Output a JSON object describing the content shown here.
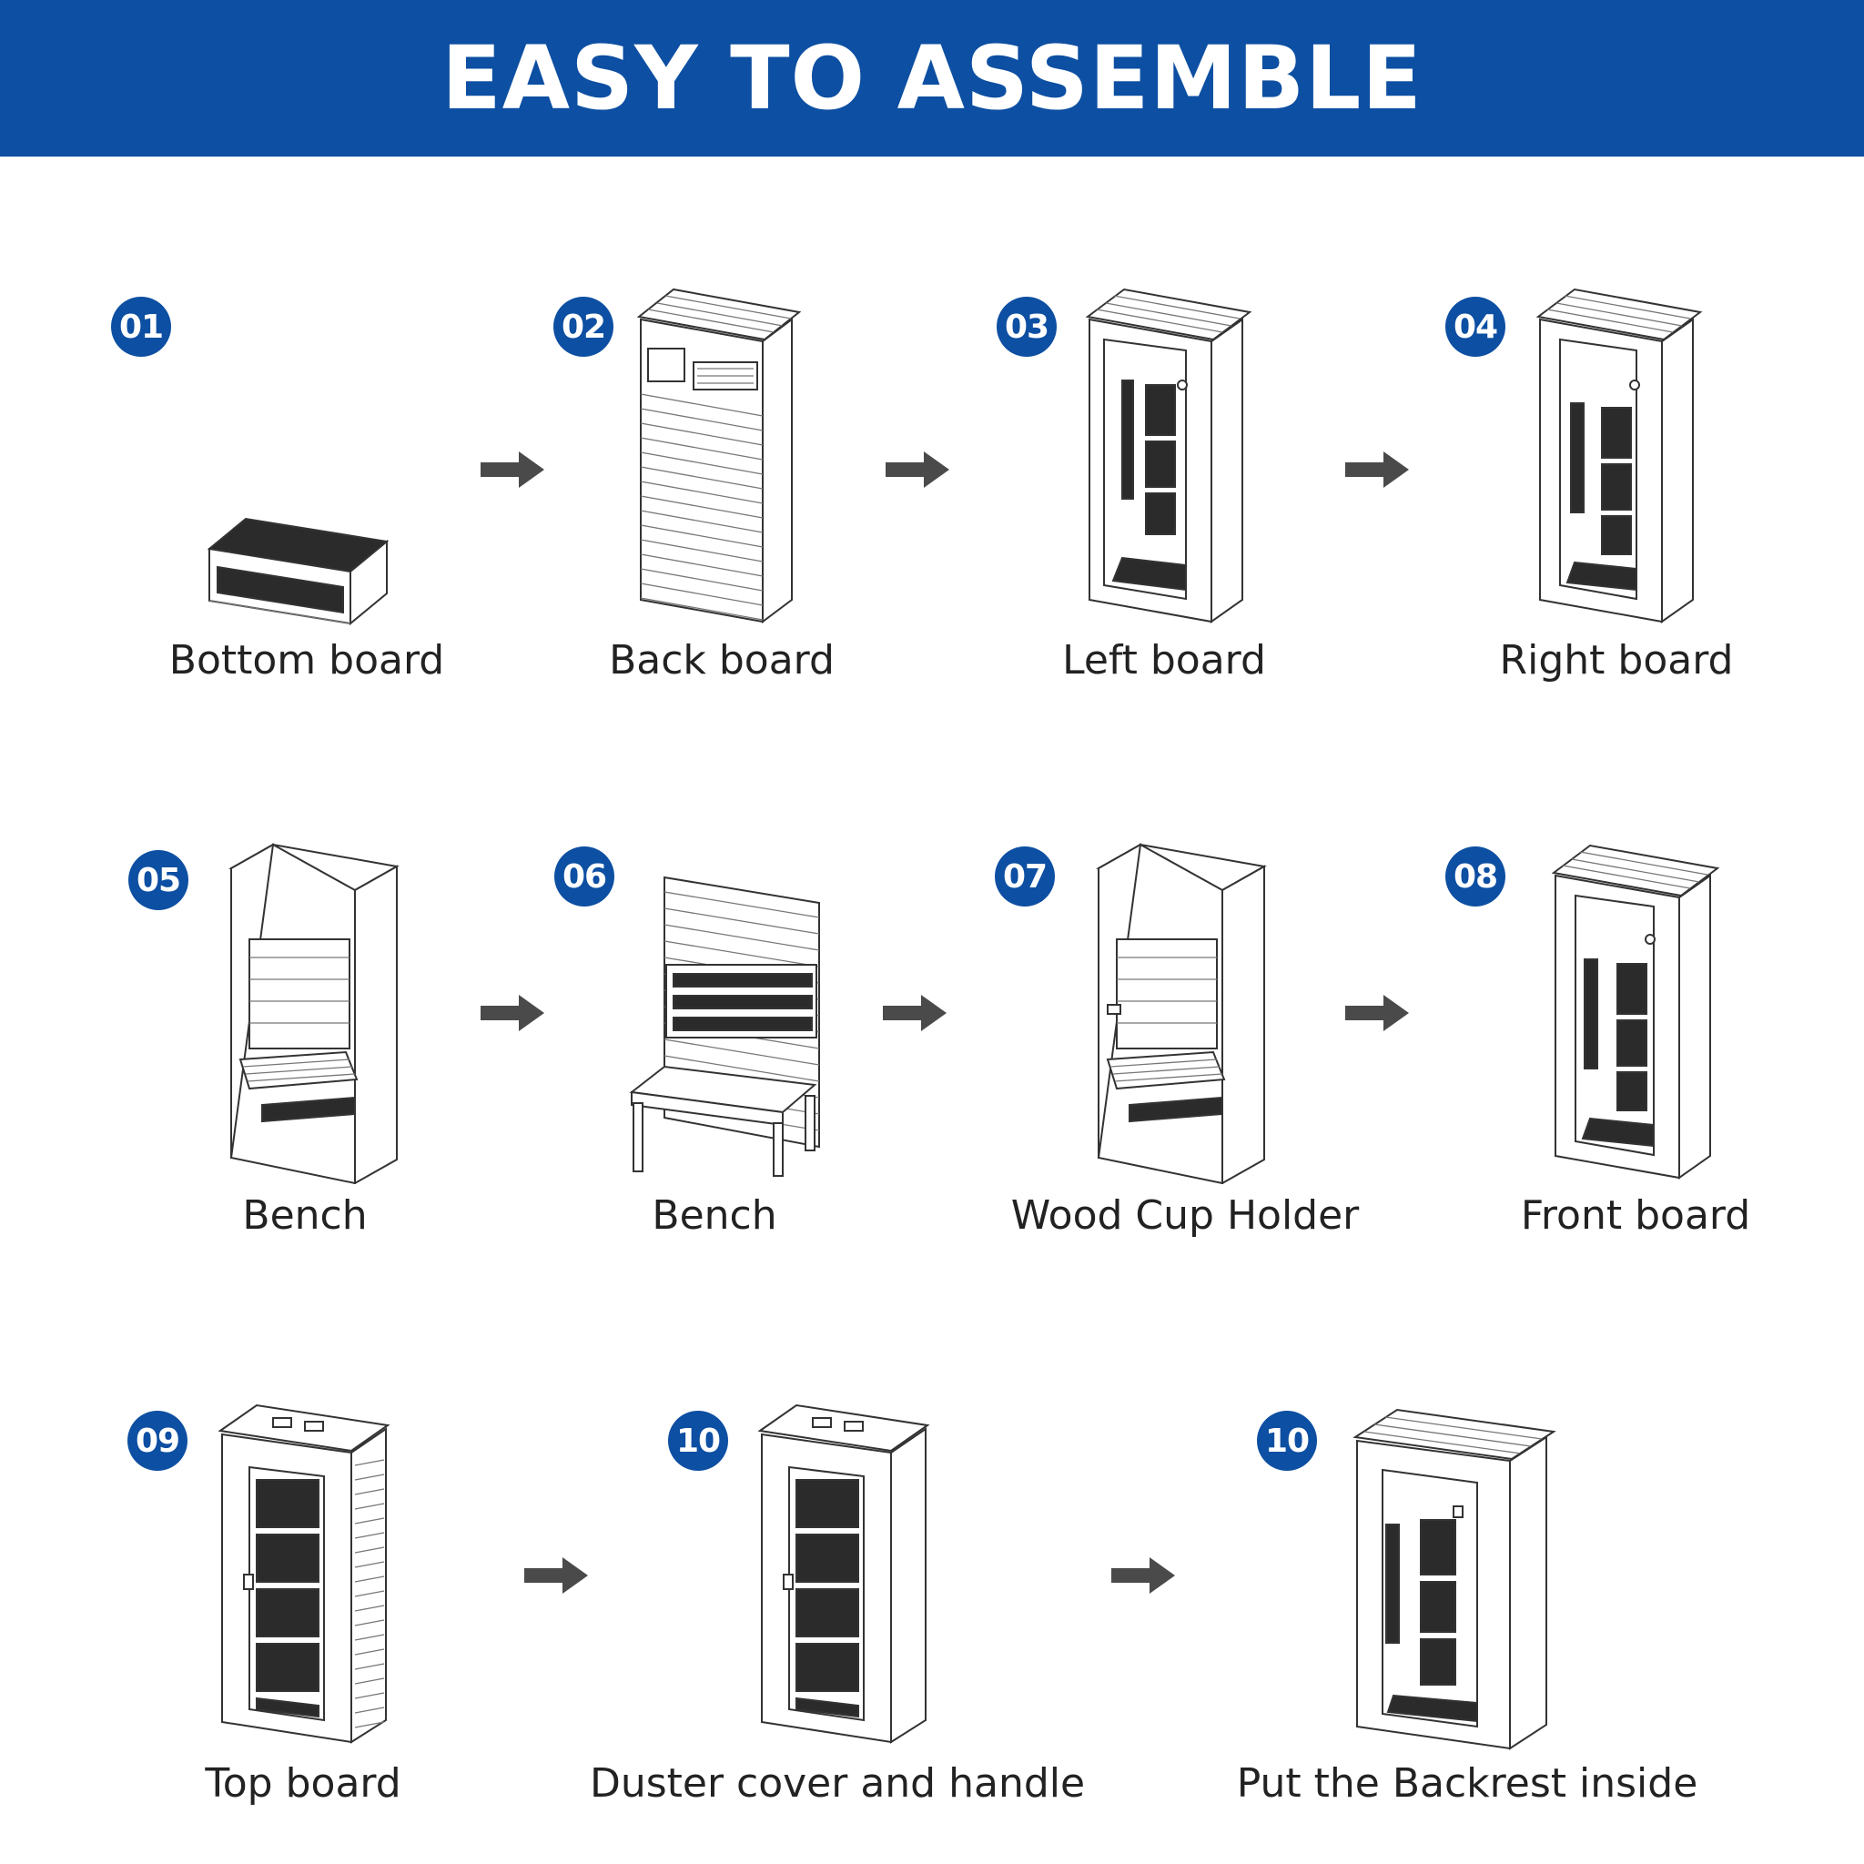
{
  "title": "EASY TO ASSEMBLE",
  "colors": {
    "header_bg": "#0d4fa2",
    "badge_bg": "#0d4fa2",
    "arrow": "#4a4a4a",
    "text": "#222222"
  },
  "steps": [
    {
      "number": "01",
      "label": "Bottom board"
    },
    {
      "number": "02",
      "label": "Back board"
    },
    {
      "number": "03",
      "label": "Left board"
    },
    {
      "number": "04",
      "label": "Right board"
    },
    {
      "number": "05",
      "label": "Bench"
    },
    {
      "number": "06",
      "label": "Bench"
    },
    {
      "number": "07",
      "label": "Wood Cup Holder"
    },
    {
      "number": "08",
      "label": "Front board"
    },
    {
      "number": "09",
      "label": "Top board"
    },
    {
      "number": "10",
      "label": "Duster cover and handle"
    },
    {
      "number": "10",
      "label": "Put the Backrest inside"
    }
  ]
}
